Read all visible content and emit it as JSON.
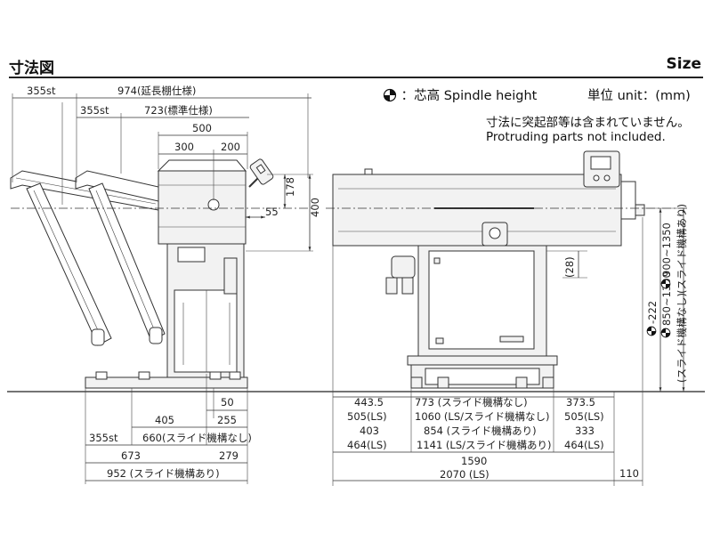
{
  "header": {
    "title_jp": "寸法図",
    "title_en": "Size"
  },
  "legend": {
    "symbol_text": "：芯高 Spindle height",
    "unit": "単位 unit：(mm)"
  },
  "notes": {
    "jp": "寸法に突起部等は含まれていません。",
    "en": "Protruding parts not included."
  },
  "side_view": {
    "stroke_extended": "355st",
    "extended_len": "974(延長棚仕様)",
    "stroke_std": "355st",
    "std_len": "723(標準仕様)",
    "w500": "500",
    "w300": "300",
    "w200": "200",
    "h178": "178",
    "h400": "400",
    "d55": "55",
    "d50": "50",
    "d405": "405",
    "d255": "255",
    "base_stroke": "355st",
    "d660": "660(スライド機構なし)",
    "d673": "673",
    "d279": "279",
    "d952": "952 (スライド機構あり)"
  },
  "front_view": {
    "d28": "(28)",
    "spindle_range_with_slide": "900~1350",
    "slide_with_label": "(スライド機構あり)",
    "spindle_offset": "-222",
    "spindle_range_without_slide": "850~1300",
    "slide_without_label": "(スライド機構なし)",
    "row1": [
      "443.5",
      "773 (スライド機構なし)",
      "373.5"
    ],
    "row2": [
      "505(LS)",
      "1060 (LS/スライド機構なし)",
      "505(LS)"
    ],
    "row3": [
      "403",
      "854 (スライド機構あり)",
      "333"
    ],
    "row4": [
      "464(LS)",
      "1141 (LS/スライド機構あり)",
      "464(LS)"
    ],
    "total": "1590",
    "total_ls": "2070 (LS)",
    "d110": "110"
  }
}
